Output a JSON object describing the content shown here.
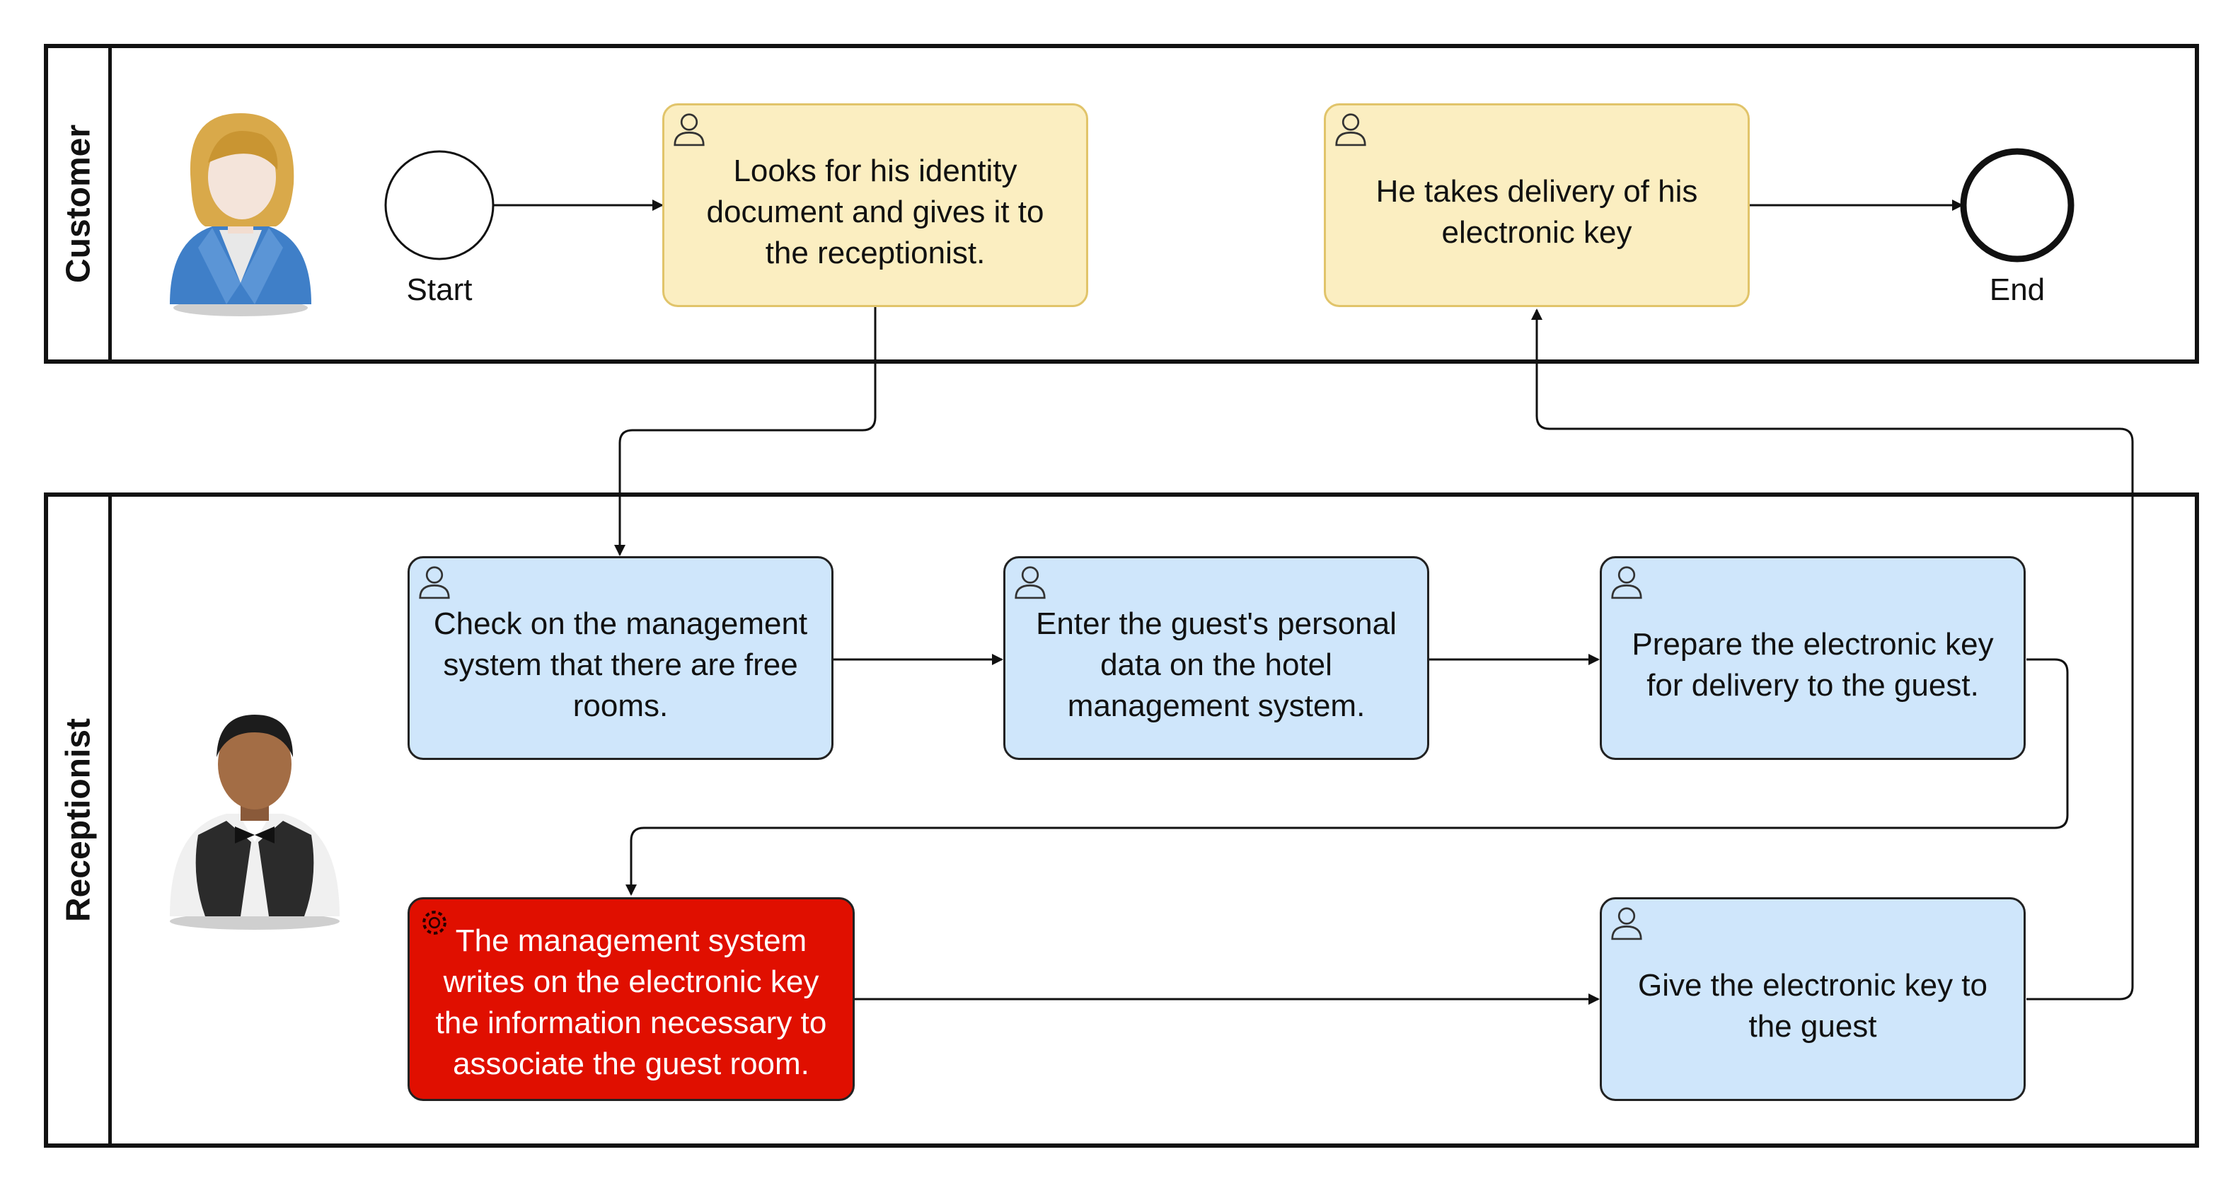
{
  "lanes": [
    {
      "label": "Customer"
    },
    {
      "label": "Receptionist"
    }
  ],
  "events": {
    "start": {
      "label": "Start"
    },
    "end": {
      "label": "End"
    }
  },
  "tasks": {
    "customer_give_document": {
      "label": "Looks for his identity document and gives it to the receptionist.",
      "type": "user-task",
      "color": "#fbeec1"
    },
    "customer_take_key": {
      "label": "He takes delivery of his electronic key",
      "type": "user-task",
      "color": "#fbeec1"
    },
    "check_free_rooms": {
      "label": "Check on the management system that there are free rooms.",
      "type": "user-task",
      "color": "#cfe6fb"
    },
    "enter_guest_data": {
      "label": "Enter the guest's personal data on the hotel management system.",
      "type": "user-task",
      "color": "#cfe6fb"
    },
    "prepare_key": {
      "label": "Prepare the electronic key for delivery to the guest.",
      "type": "user-task",
      "color": "#cfe6fb"
    },
    "system_writes_key": {
      "label": "The management system writes on the electronic key the information necessary to associate the guest room.",
      "type": "service-task",
      "color": "#e00f00"
    },
    "give_key": {
      "label": "Give the electronic key to the guest",
      "type": "user-task",
      "color": "#cfe6fb"
    }
  },
  "icons": {
    "customer_avatar": "businesswoman-avatar",
    "receptionist_avatar": "receptionist-avatar",
    "user_task": "user-icon",
    "service_task": "gear-icon"
  }
}
